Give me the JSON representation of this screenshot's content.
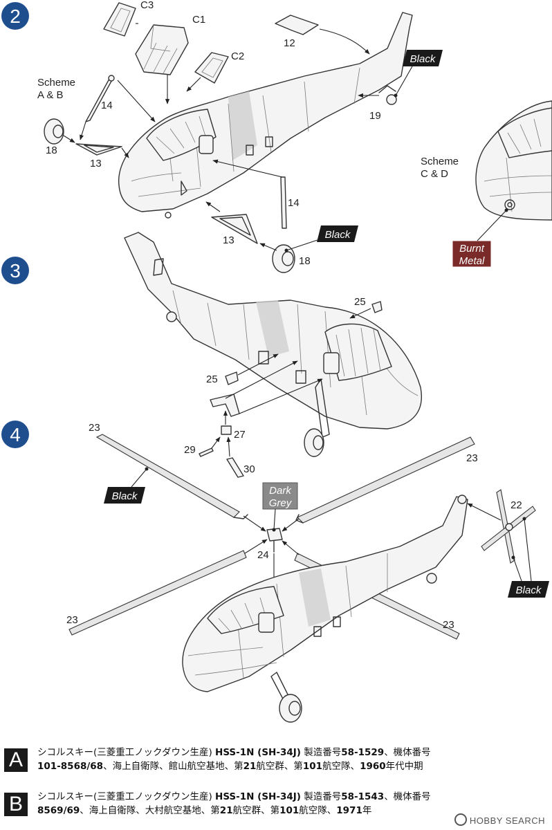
{
  "steps": {
    "step2": {
      "number": "2"
    },
    "step3": {
      "number": "3"
    },
    "step4": {
      "number": "4"
    }
  },
  "colors": {
    "step_badge": "#1f4e8f",
    "black_tag": "#1a1a1a",
    "dark_grey_tag": "#8a8a8a",
    "burnt_metal_tag": "#7a2a28"
  },
  "step2_parts": {
    "c3": "C3",
    "c1": "C1",
    "c2": "C2",
    "p12": "12",
    "p14a": "14",
    "p14b": "14",
    "p18a": "18",
    "p18b": "18",
    "p13a": "13",
    "p13b": "13",
    "p19": "19",
    "scheme_ab_line1": "Scheme",
    "scheme_ab_line2": "A & B",
    "scheme_cd_line1": "Scheme",
    "scheme_cd_line2": "C & D"
  },
  "step3_parts": {
    "p25a": "25",
    "p25b": "25",
    "p27": "27",
    "p29": "29",
    "p30": "30"
  },
  "step4_parts": {
    "p23a": "23",
    "p23b": "23",
    "p23c": "23",
    "p23d": "23",
    "p22": "22",
    "p24": "24"
  },
  "color_tags": {
    "black": "Black",
    "dark_grey_line1": "Dark",
    "dark_grey_line2": "Grey",
    "burnt_line1": "Burnt",
    "burnt_line2": "Metal"
  },
  "schemes": [
    {
      "letter": "A",
      "line1_pre": "シコルスキー(三菱重工ノックダウン生産) ",
      "line1_model": "HSS-1N (SH-34J)",
      "line1_mid": " 製造番号",
      "line1_serial": "58-1529",
      "line1_post": "、機体番号",
      "line2_number": "101-8568/68",
      "line2_mid": "、海上自衛隊、館山航空基地、第",
      "line2_wing": "21",
      "line2_mid2": "航空群、第",
      "line2_squadron": "101",
      "line2_mid3": "航空隊、",
      "line2_era": "1960",
      "line2_post": "年代中期"
    },
    {
      "letter": "B",
      "line1_pre": "シコルスキー(三菱重工ノックダウン生産) ",
      "line1_model": "HSS-1N (SH-34J)",
      "line1_mid": " 製造番号",
      "line1_serial": "58-1543",
      "line1_post": "、機体番号",
      "line2_number": "8569/69",
      "line2_mid": "、海上自衛隊、大村航空基地、第",
      "line2_wing": "21",
      "line2_mid2": "航空群、第",
      "line2_squadron": "101",
      "line2_mid3": "航空隊、",
      "line2_era": "1971",
      "line2_post": "年"
    }
  ],
  "watermark": {
    "text": "HOBBY SEARCH"
  }
}
